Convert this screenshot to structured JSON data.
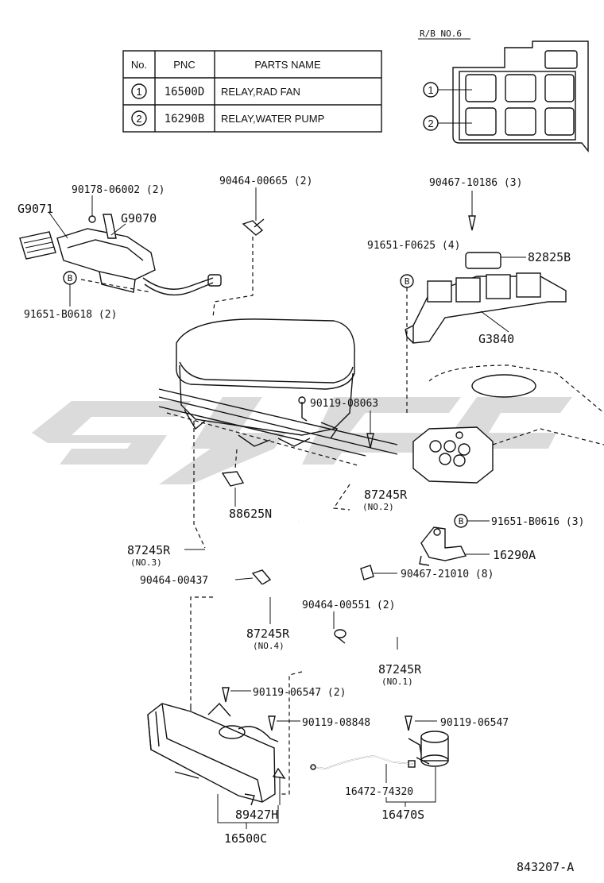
{
  "parts_table": {
    "headers": [
      "No.",
      "PNC",
      "PARTS NAME"
    ],
    "rows": [
      {
        "no": "1",
        "pnc": "16500D",
        "name": "RELAY,RAD FAN"
      },
      {
        "no": "2",
        "pnc": "16290B",
        "name": "RELAY,WATER PUMP"
      }
    ]
  },
  "relay_block": {
    "title": "R/B NO.6",
    "callout_1": "1",
    "callout_2": "2"
  },
  "labels": {
    "p90178": "90178-06002 (2)",
    "g9071": "G9071",
    "g9070": "G9070",
    "p91651_b0618": "91651-B0618 (2)",
    "p90464_00665": "90464-00665 (2)",
    "p90467_10186": "90467-10186 (3)",
    "p91651_f0625": "91651-F0625 (4)",
    "p82825b": "82825B",
    "g3840": "G3840",
    "p90119_08063": "90119-08063",
    "p88625n": "88625N",
    "p87245r_no2": "87245R",
    "no2": "(NO.2)",
    "p91651_b0616": "91651-B0616 (3)",
    "p16290a": "16290A",
    "p87245r_no3": "87245R",
    "no3": "(NO.3)",
    "p90464_00437": "90464-00437",
    "p90467_21010": "90467-21010 (8)",
    "p90464_00551": "90464-00551 (2)",
    "p87245r_no4": "87245R",
    "no4": "(NO.4)",
    "p87245r_no1": "87245R",
    "no1": "(NO.1)",
    "p90119_06547_2": "90119-06547 (2)",
    "p90119_08848": "90119-08848",
    "p90119_06547": "90119-06547",
    "p16472_74320": "16472-74320",
    "p16470s": "16470S",
    "p89427h": "89427H",
    "p16500c": "16500C",
    "bolt_b": "B",
    "diagram_id": "843207-A"
  },
  "icons": {
    "bolt_marker": "circle-b-icon",
    "callout": "circled-number-icon"
  },
  "colors": {
    "line": "#111111",
    "watermark": "#bdbdbd",
    "background": "#ffffff"
  }
}
